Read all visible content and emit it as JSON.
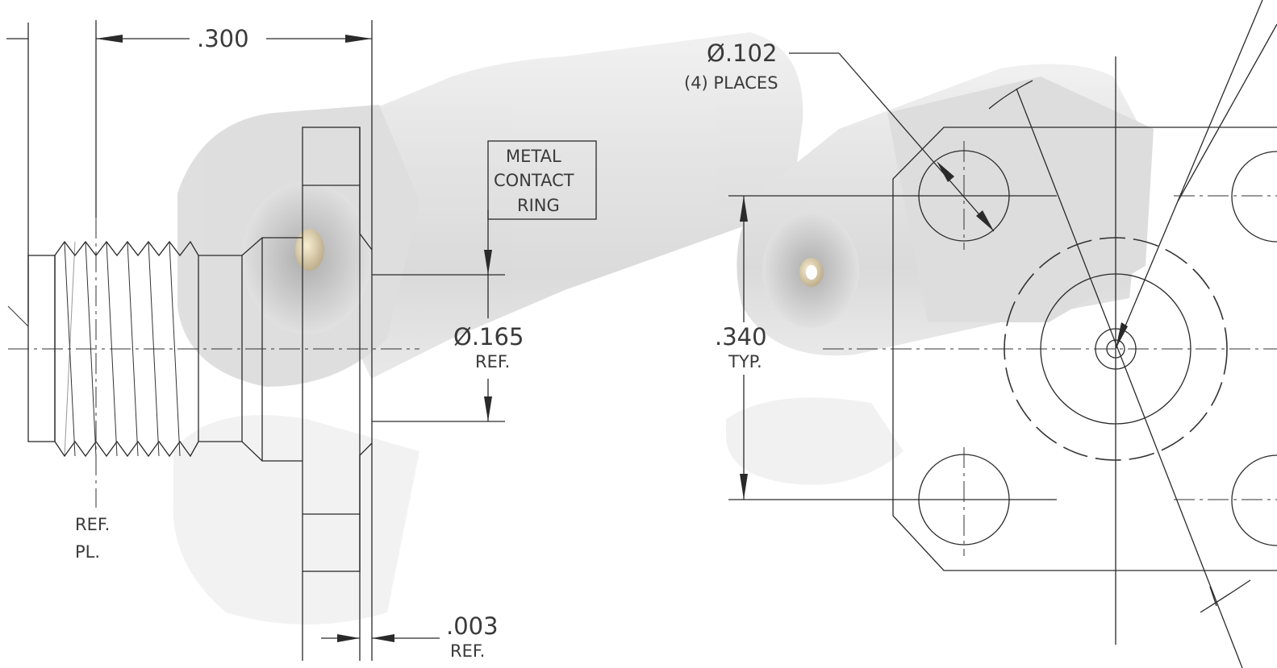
{
  "labels": {
    "dim_300": ".300",
    "dia_102": "Ø.102",
    "places_4": "(4) PLACES",
    "callout_line1": "METAL",
    "callout_line2": "CONTACT",
    "callout_line3": "RING",
    "dia_165": "Ø.165",
    "ref_165": "REF.",
    "dim_340": ".340",
    "typ_340": "TYP.",
    "ref_pl_line1": "REF.",
    "ref_pl_line2": "PL.",
    "dim_003": ".003",
    "ref_003": "REF."
  },
  "colors": {
    "line": "#2a2a2a",
    "text": "#3a3a3a",
    "photo_metal": "#b8b8b8",
    "background": "#ffffff"
  }
}
